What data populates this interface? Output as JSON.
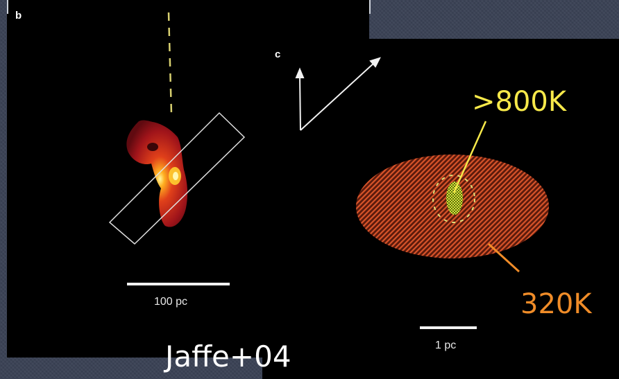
{
  "panels": {
    "b": {
      "label": "b",
      "scale_bar_label": "100 pc"
    },
    "c": {
      "label": "c",
      "scale_bar_label": "1 pc"
    }
  },
  "annotations": {
    "hot_component_temp": ">800K",
    "warm_component_temp": "320K",
    "citation": "Jaffe+04"
  },
  "colors": {
    "hot": "#f7e94a",
    "warm": "#f08c28",
    "background": "#3a4255"
  }
}
